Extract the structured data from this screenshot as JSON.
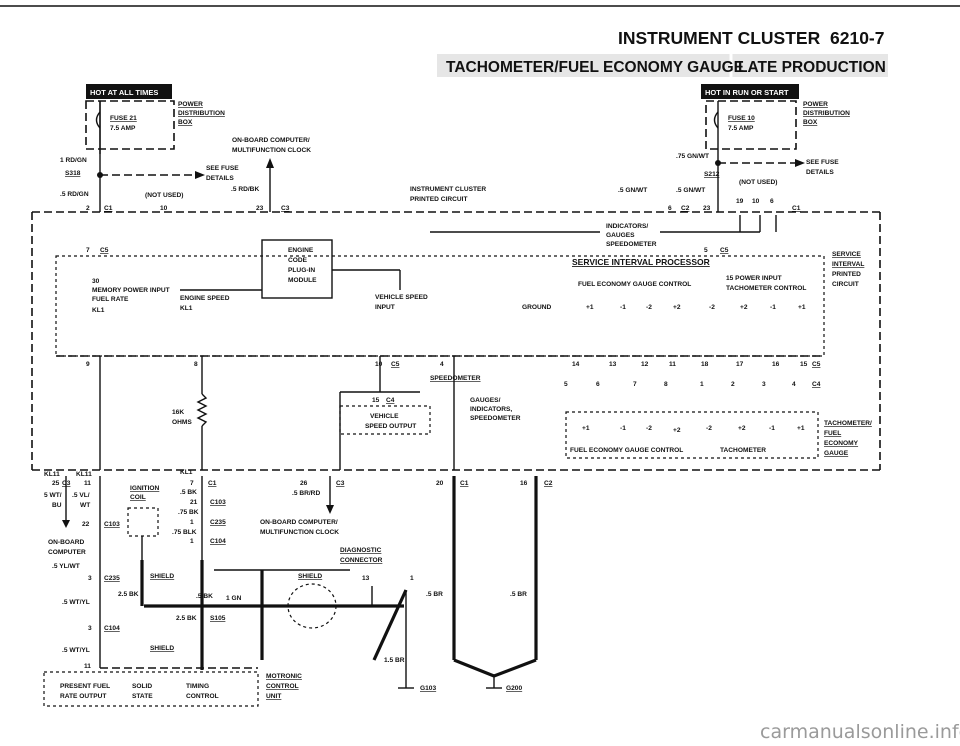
{
  "header": {
    "section_title": "INSTRUMENT CLUSTER",
    "page_number": "6210-7",
    "diagram_title": "TACHOMETER/FUEL ECONOMY GAUGE",
    "diagram_variant": "LATE PRODUCTION"
  },
  "badges": {
    "hot_at_all_times": "HOT AT ALL TIMES",
    "hot_in_run_or_start": "HOT IN RUN OR START"
  },
  "left_fuse": {
    "name": "FUSE 21",
    "rating": "7.5 AMP",
    "box_line1": "POWER",
    "box_line2": "DISTRIBUTION",
    "box_line3": "BOX"
  },
  "right_fuse": {
    "name": "FUSE 10",
    "rating": "7.5 AMP",
    "box_line1": "POWER",
    "box_line2": "DISTRIBUTION",
    "box_line3": "BOX"
  },
  "top_labels": {
    "onboard1": "ON-BOARD COMPUTER/",
    "onboard2": "MULTIFUNCTION CLOCK",
    "wire_1rdgn": "1 RD/GN",
    "s318": "S318",
    "see_fuse1": "SEE FUSE",
    "details1": "DETAILS",
    "wire_5rdgn": ".5 RD/GN",
    "not_used_left": "(NOT USED)",
    "wire_5rdbk": ".5 RD/BK",
    "inst_cluster1": "INSTRUMENT CLUSTER",
    "inst_cluster2": "PRINTED CIRCUIT",
    "wire_75gnwt": ".75 GN/WT",
    "s212": "S212",
    "see_fuse2": "SEE FUSE",
    "details2": "DETAILS",
    "not_used_right": "(NOT USED)",
    "wire_5gnwt_a": ".5 GN/WT",
    "wire_5gnwt_b": ".5 GN/WT"
  },
  "connectors": {
    "c1": "C1",
    "c2": "C2",
    "c3": "C3",
    "c4": "C4",
    "c5": "C5",
    "c103": "C103",
    "c104": "C104",
    "c235": "C235",
    "c104b": "C104",
    "c235b": "C235",
    "c103b": "C103"
  },
  "blocks": {
    "engine1": "ENGINE",
    "engine2": "CODE",
    "engine3": "PLUG-IN",
    "engine4": "MODULE",
    "indicators1": "INDICATORS/",
    "indicators2": "GAUGES",
    "indicators3": "SPEEDOMETER",
    "sip": "SERVICE INTERVAL PROCESSOR",
    "sip_side1": "SERVICE",
    "sip_side2": "INTERVAL",
    "sip_side3": "PRINTED",
    "sip_side4": "CIRCUIT",
    "mem1": "30",
    "mem2": "MEMORY POWER INPUT",
    "fuel_rate": "FUEL RATE",
    "kl1": "KL1",
    "engine_speed": "ENGINE SPEED",
    "kl1b": "KL1",
    "vehicle_speed1": "VEHICLE SPEED",
    "vehicle_speed2": "INPUT",
    "ground": "GROUND",
    "fe_ctrl": "FUEL ECONOMY GAUGE CONTROL",
    "power_input": "15 POWER INPUT",
    "tach_ctrl": "TACHOMETER CONTROL",
    "speedometer": "SPEEDOMETER",
    "vs_out1": "VEHICLE",
    "vs_out2": "SPEED OUTPUT",
    "gauges1": "GAUGES/",
    "gauges2": "INDICATORS,",
    "gauges3": "SPEEDOMETER",
    "ohms1": "16K",
    "ohms2": "OHMS",
    "fe_ctrl_b": "FUEL ECONOMY GAUGE CONTROL",
    "tach_b": "TACHOMETER",
    "tach_side1": "TACHOMETER/",
    "tach_side2": "FUEL",
    "tach_side3": "ECONOMY",
    "tach_side4": "GAUGE"
  },
  "bottom": {
    "kl11a": "KL11",
    "kl11b": "KL11",
    "kl1": "KL1",
    "wt_5": "5 WT/",
    "bu": "BU",
    "vl": ".5 VL/",
    "wt": "WT",
    "ignition1": "IGNITION",
    "ignition2": "COIL",
    "bk5": ".5 BK",
    "bk75": ".75 BK",
    "blk75": ".75 BLK",
    "brrd": ".5 BR/RD",
    "onboard1": "ON-BOARD COMPUTER/",
    "onboard2": "MULTIFUNCTION CLOCK",
    "onboard_left1": "ON-BOARD",
    "onboard_left2": "COMPUTER",
    "ylwt": ".5 YL/WT",
    "diag1": "DIAGNOSTIC",
    "diag2": "CONNECTOR",
    "shield1": "SHIELD",
    "shield2": "SHIELD",
    "shield3": "SHIELD",
    "bk25": "2.5 BK",
    "bk5b": ".5 BK",
    "gn1": "1 GN",
    "wtyl1": ".5 WT/YL",
    "wtyl2": ".5 WT/YL",
    "bk25b": "2.5 BK",
    "s105": "S105",
    "br5a": ".5 BR",
    "br5b": ".5 BR",
    "br15": "1.5 BR",
    "present_fuel1": "PRESENT FUEL",
    "present_fuel2": "RATE OUTPUT",
    "solid1": "SOLID",
    "solid2": "STATE",
    "timing1": "TIMING",
    "timing2": "CONTROL",
    "motronic1": "MOTRONIC",
    "motronic2": "CONTROL",
    "motronic3": "UNIT",
    "g103": "G103",
    "g200": "G200"
  },
  "pins": {
    "p2": "2",
    "p10": "10",
    "p23": "23",
    "p6": "6",
    "p23b": "23",
    "p19": "19",
    "p10b": "10",
    "p6b": "6",
    "p7": "7",
    "p5": "5",
    "p9": "9",
    "p8": "8",
    "p10c": "10",
    "p4": "4",
    "p14": "14",
    "p13": "13",
    "p12": "12",
    "p11": "11",
    "p18": "18",
    "p17": "17",
    "p16": "16",
    "p15": "15",
    "pc5": "5",
    "pc6": "6",
    "pc7": "7",
    "pc8": "8",
    "pc1": "1",
    "pc2": "2",
    "pc3": "3",
    "pc4": "4",
    "p15b": "15",
    "p25": "25",
    "p11b": "11",
    "p7b": "7",
    "p21": "21",
    "p1": "1",
    "p1b": "1",
    "p26": "26",
    "p20": "20",
    "p16b": "16",
    "p22": "22",
    "p3": "3",
    "p3b": "3",
    "p11c": "11",
    "p13b": "13",
    "p1c": "1"
  },
  "signs": {
    "s1": "+1",
    "s2": "-1",
    "s3": "-2",
    "s4": "+2",
    "s5": "-2",
    "s6": "+2",
    "s7": "-1",
    "s8": "+1",
    "t1": "+1",
    "t2": "-1",
    "t3": "-2",
    "t4": "+2",
    "t5": "-2",
    "t6": "+2",
    "t7": "-1",
    "t8": "+1"
  },
  "watermark": "carmanualsonline.info"
}
